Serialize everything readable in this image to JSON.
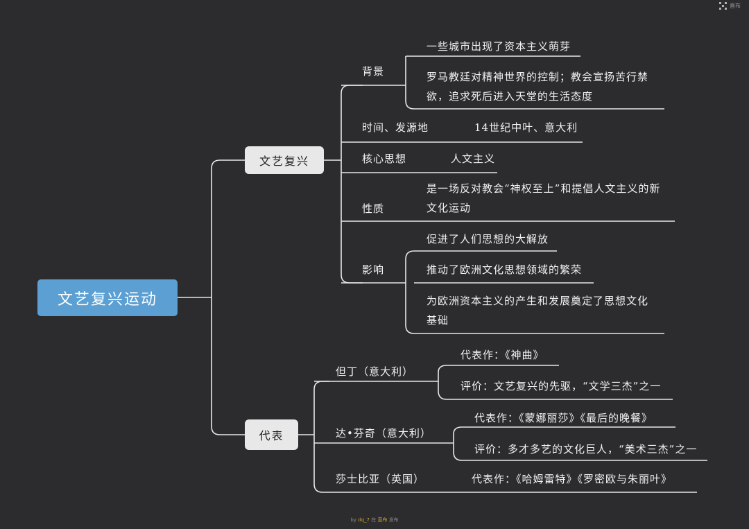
{
  "root": "文艺复兴运动",
  "branches": {
    "renaissance": {
      "label": "文艺复兴",
      "background": {
        "label": "背景",
        "item1": "一些城市出现了资本主义萌芽",
        "item2_line1": "罗马教廷对精神世界的控制；教会宣扬苦行禁",
        "item2_line2": "欲，追求死后进入天堂的生活态度"
      },
      "time": {
        "label": "时间、发源地",
        "value": "14世纪中叶、意大利"
      },
      "core": {
        "label": "核心思想",
        "value": "人文主义"
      },
      "nature": {
        "label": "性质",
        "line1": "是一场反对教会“神权至上”和提倡人文主义的新",
        "line2": "文化运动"
      },
      "impact": {
        "label": "影响",
        "item1": "促进了人们思想的大解放",
        "item2": "推动了欧洲文化思想领域的繁荣",
        "item3_line1": "为欧洲资本主义的产生和发展奠定了思想文化",
        "item3_line2": "基础"
      }
    },
    "representatives": {
      "label": "代表",
      "dante": {
        "label": "但丁（意大利）",
        "work": "代表作：《神曲》",
        "review": "评价：文艺复兴的先驱，“文学三杰”之一"
      },
      "davinci": {
        "label": "达•芬奇（意大利）",
        "work": "代表作：《蒙娜丽莎》《最后的晚餐》",
        "review": "评价：多才多艺的文化巨人，“美术三杰”之一"
      },
      "shakespeare": {
        "label": "莎士比亚（英国）",
        "work": "代表作：《哈姆雷特》《罗密欧与朱丽叶》"
      }
    }
  },
  "logo": "直布",
  "watermark": {
    "by": "by",
    "user": "dq_7",
    "middle": "在",
    "brand": "直布",
    "end": "发布"
  },
  "colors": {
    "background": "#2c2c2f",
    "root": "#5b9fd3",
    "node": "#e8e8e8",
    "line": "#e6e6e6"
  }
}
